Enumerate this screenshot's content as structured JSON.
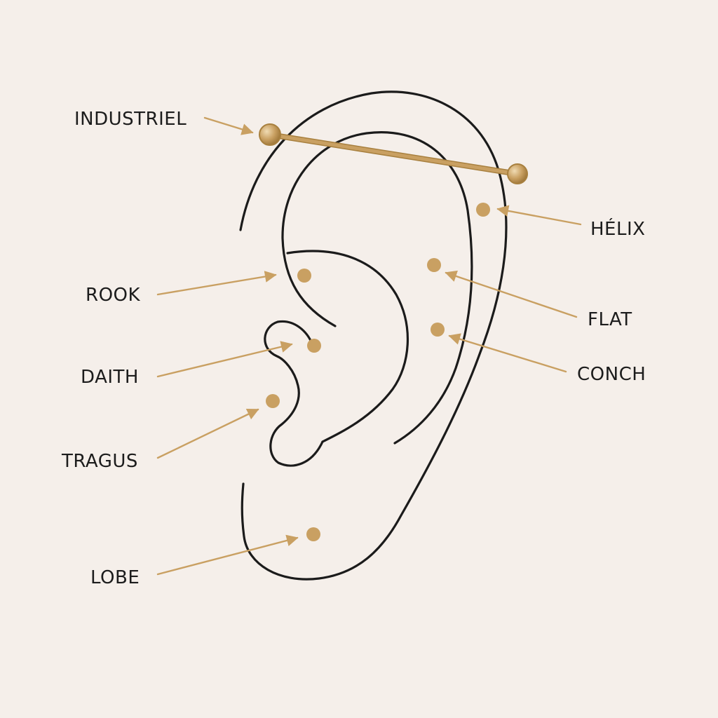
{
  "colors": {
    "background": "#f5efea",
    "outline": "#1b1b1b",
    "gold": "#c9a062",
    "gold_dark": "#a8803f",
    "gold_highlight": "#f0dbb3",
    "text": "#1c1c1c"
  },
  "piercings": [
    {
      "id": "industriel",
      "label": "INDUSTRIEL",
      "type": "bar"
    },
    {
      "id": "helix",
      "label": "HÉLIX",
      "type": "stud"
    },
    {
      "id": "rook",
      "label": "ROOK",
      "type": "stud"
    },
    {
      "id": "flat",
      "label": "FLAT",
      "type": "stud"
    },
    {
      "id": "daith",
      "label": "DAITH",
      "type": "stud"
    },
    {
      "id": "conch",
      "label": "CONCH",
      "type": "stud"
    },
    {
      "id": "tragus",
      "label": "TRAGUS",
      "type": "stud"
    },
    {
      "id": "lobe",
      "label": "LOBE",
      "type": "stud"
    }
  ]
}
